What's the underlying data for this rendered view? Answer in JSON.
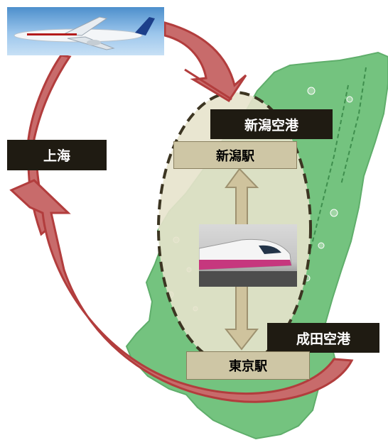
{
  "labels": {
    "shanghai": "上海",
    "niigata_airport": "新潟空港",
    "niigata_station": "新潟駅",
    "narita_airport": "成田空港",
    "tokyo_station": "東京駅"
  },
  "colors": {
    "land": "#74c37f",
    "land_dark": "#5fae6b",
    "oval_fill": "#e7e3cc",
    "oval_border": "#3c3522",
    "arc_fill": "#c86b6b",
    "arc_stroke": "#b23d3d",
    "label_dark_bg": "#1f1b12",
    "label_tan_bg": "#cec6a5",
    "arrow_fill": "#cfc39d",
    "arrow_stroke": "#9e9270"
  },
  "images": {
    "airplane": "airplane-photo",
    "train": "shinkansen-photo"
  }
}
